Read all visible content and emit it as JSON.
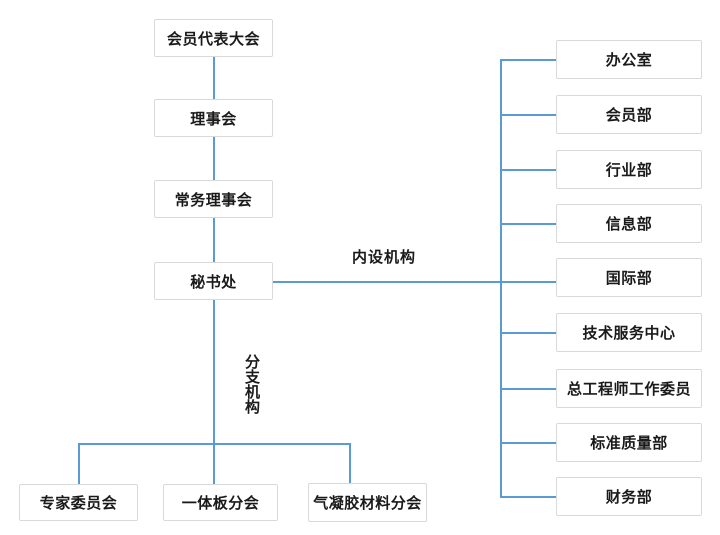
{
  "org_chart": {
    "governance_chain": [
      {
        "label": "会员代表大会"
      },
      {
        "label": "理事会"
      },
      {
        "label": "常务理事会"
      },
      {
        "label": "秘书处"
      }
    ],
    "internal_branch_label": "内设机构",
    "internal_departments": [
      {
        "label": "办公室"
      },
      {
        "label": "会员部"
      },
      {
        "label": "行业部"
      },
      {
        "label": "信息部"
      },
      {
        "label": "国际部"
      },
      {
        "label": "技术服务中心"
      },
      {
        "label": "总工程师工作委员"
      },
      {
        "label": "标准质量部"
      },
      {
        "label": "财务部"
      }
    ],
    "branch_org_label": "分支机构",
    "branch_organizations": [
      {
        "label": "专家委员会"
      },
      {
        "label": "一体板分会"
      },
      {
        "label": "气凝胶材料分会"
      }
    ]
  },
  "colors": {
    "connector_line": "#5b9bd5",
    "box_border": "#d9d9d9",
    "text": "#1a1a1a",
    "background": "#ffffff"
  }
}
